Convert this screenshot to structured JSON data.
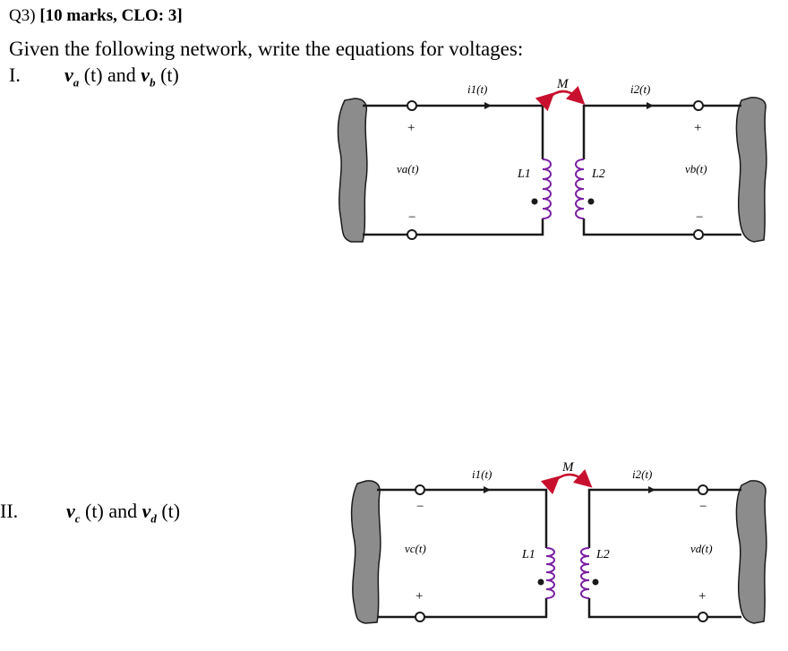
{
  "question": {
    "number": "Q3)",
    "marks": "[10 marks, CLO: 3]",
    "prompt": "Given the following network, write the equations for voltages:"
  },
  "parts": [
    {
      "numeral": "I.",
      "v1": "v",
      "v1_sub": "a",
      "v2": "v",
      "v2_sub": "b",
      "time": "(t)",
      "and": "and"
    },
    {
      "numeral": "II.",
      "v1": "v",
      "v1_sub": "c",
      "v2": "v",
      "v2_sub": "d",
      "time": "(t)",
      "and": "and"
    }
  ],
  "circuits": [
    {
      "mutual": "M",
      "current_left": "i1(t)",
      "current_right": "i2(t)",
      "inductor_left": "L1",
      "inductor_right": "L2",
      "voltage_left": "va(t)",
      "voltage_right": "vb(t)",
      "left_top_sign": "+",
      "left_bottom_sign": "−",
      "right_top_sign": "+",
      "right_bottom_sign": "−"
    },
    {
      "mutual": "M",
      "current_left": "i1(t)",
      "current_right": "i2(t)",
      "inductor_left": "L1",
      "inductor_right": "L2",
      "voltage_left": "vc(t)",
      "voltage_right": "vd(t)",
      "left_top_sign": "−",
      "left_bottom_sign": "+",
      "right_top_sign": "−",
      "right_bottom_sign": "+"
    }
  ],
  "colors": {
    "wire": "#1a1a1a",
    "arrow_mutual": "#c8102e",
    "coil": "#7a1fa2",
    "block_fill": "#8c8c8c"
  }
}
